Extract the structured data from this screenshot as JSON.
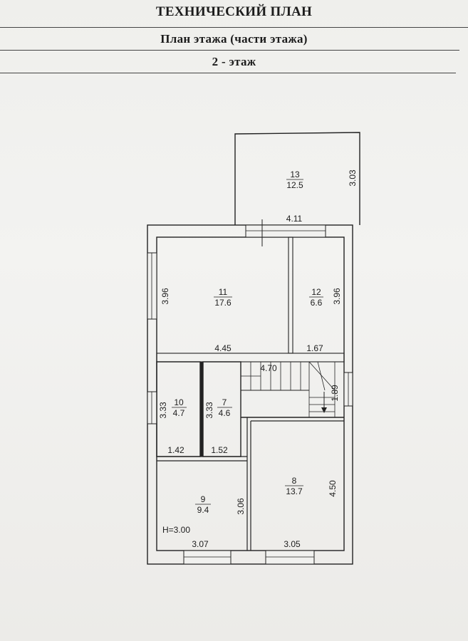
{
  "header": {
    "title": "ТЕХНИЧЕСКИЙ ПЛАН",
    "subtitle": "План этажа (части этажа)",
    "floor": "2 - этаж"
  },
  "rooms": [
    {
      "id": "13",
      "area": "12.5"
    },
    {
      "id": "11",
      "area": "17.6"
    },
    {
      "id": "12",
      "area": "6.6"
    },
    {
      "id": "10",
      "area": "4.7"
    },
    {
      "id": "7",
      "area": "4.6"
    },
    {
      "id": "9",
      "area": "9.4"
    },
    {
      "id": "8",
      "area": "13.7"
    }
  ],
  "dimensions": {
    "d_303": "3.03",
    "d_411": "4.11",
    "d_396_left": "3.96",
    "d_396_right": "3.96",
    "d_445": "4.45",
    "d_167": "1.67",
    "d_470": "4.70",
    "d_189": "1.89",
    "d_333_a": "3.33",
    "d_333_b": "3.33",
    "d_142": "1.42",
    "d_152": "1.52",
    "d_306": "3.06",
    "d_450": "4.50",
    "d_307": "3.07",
    "d_305": "3.05"
  },
  "height_note": "H=3.00"
}
